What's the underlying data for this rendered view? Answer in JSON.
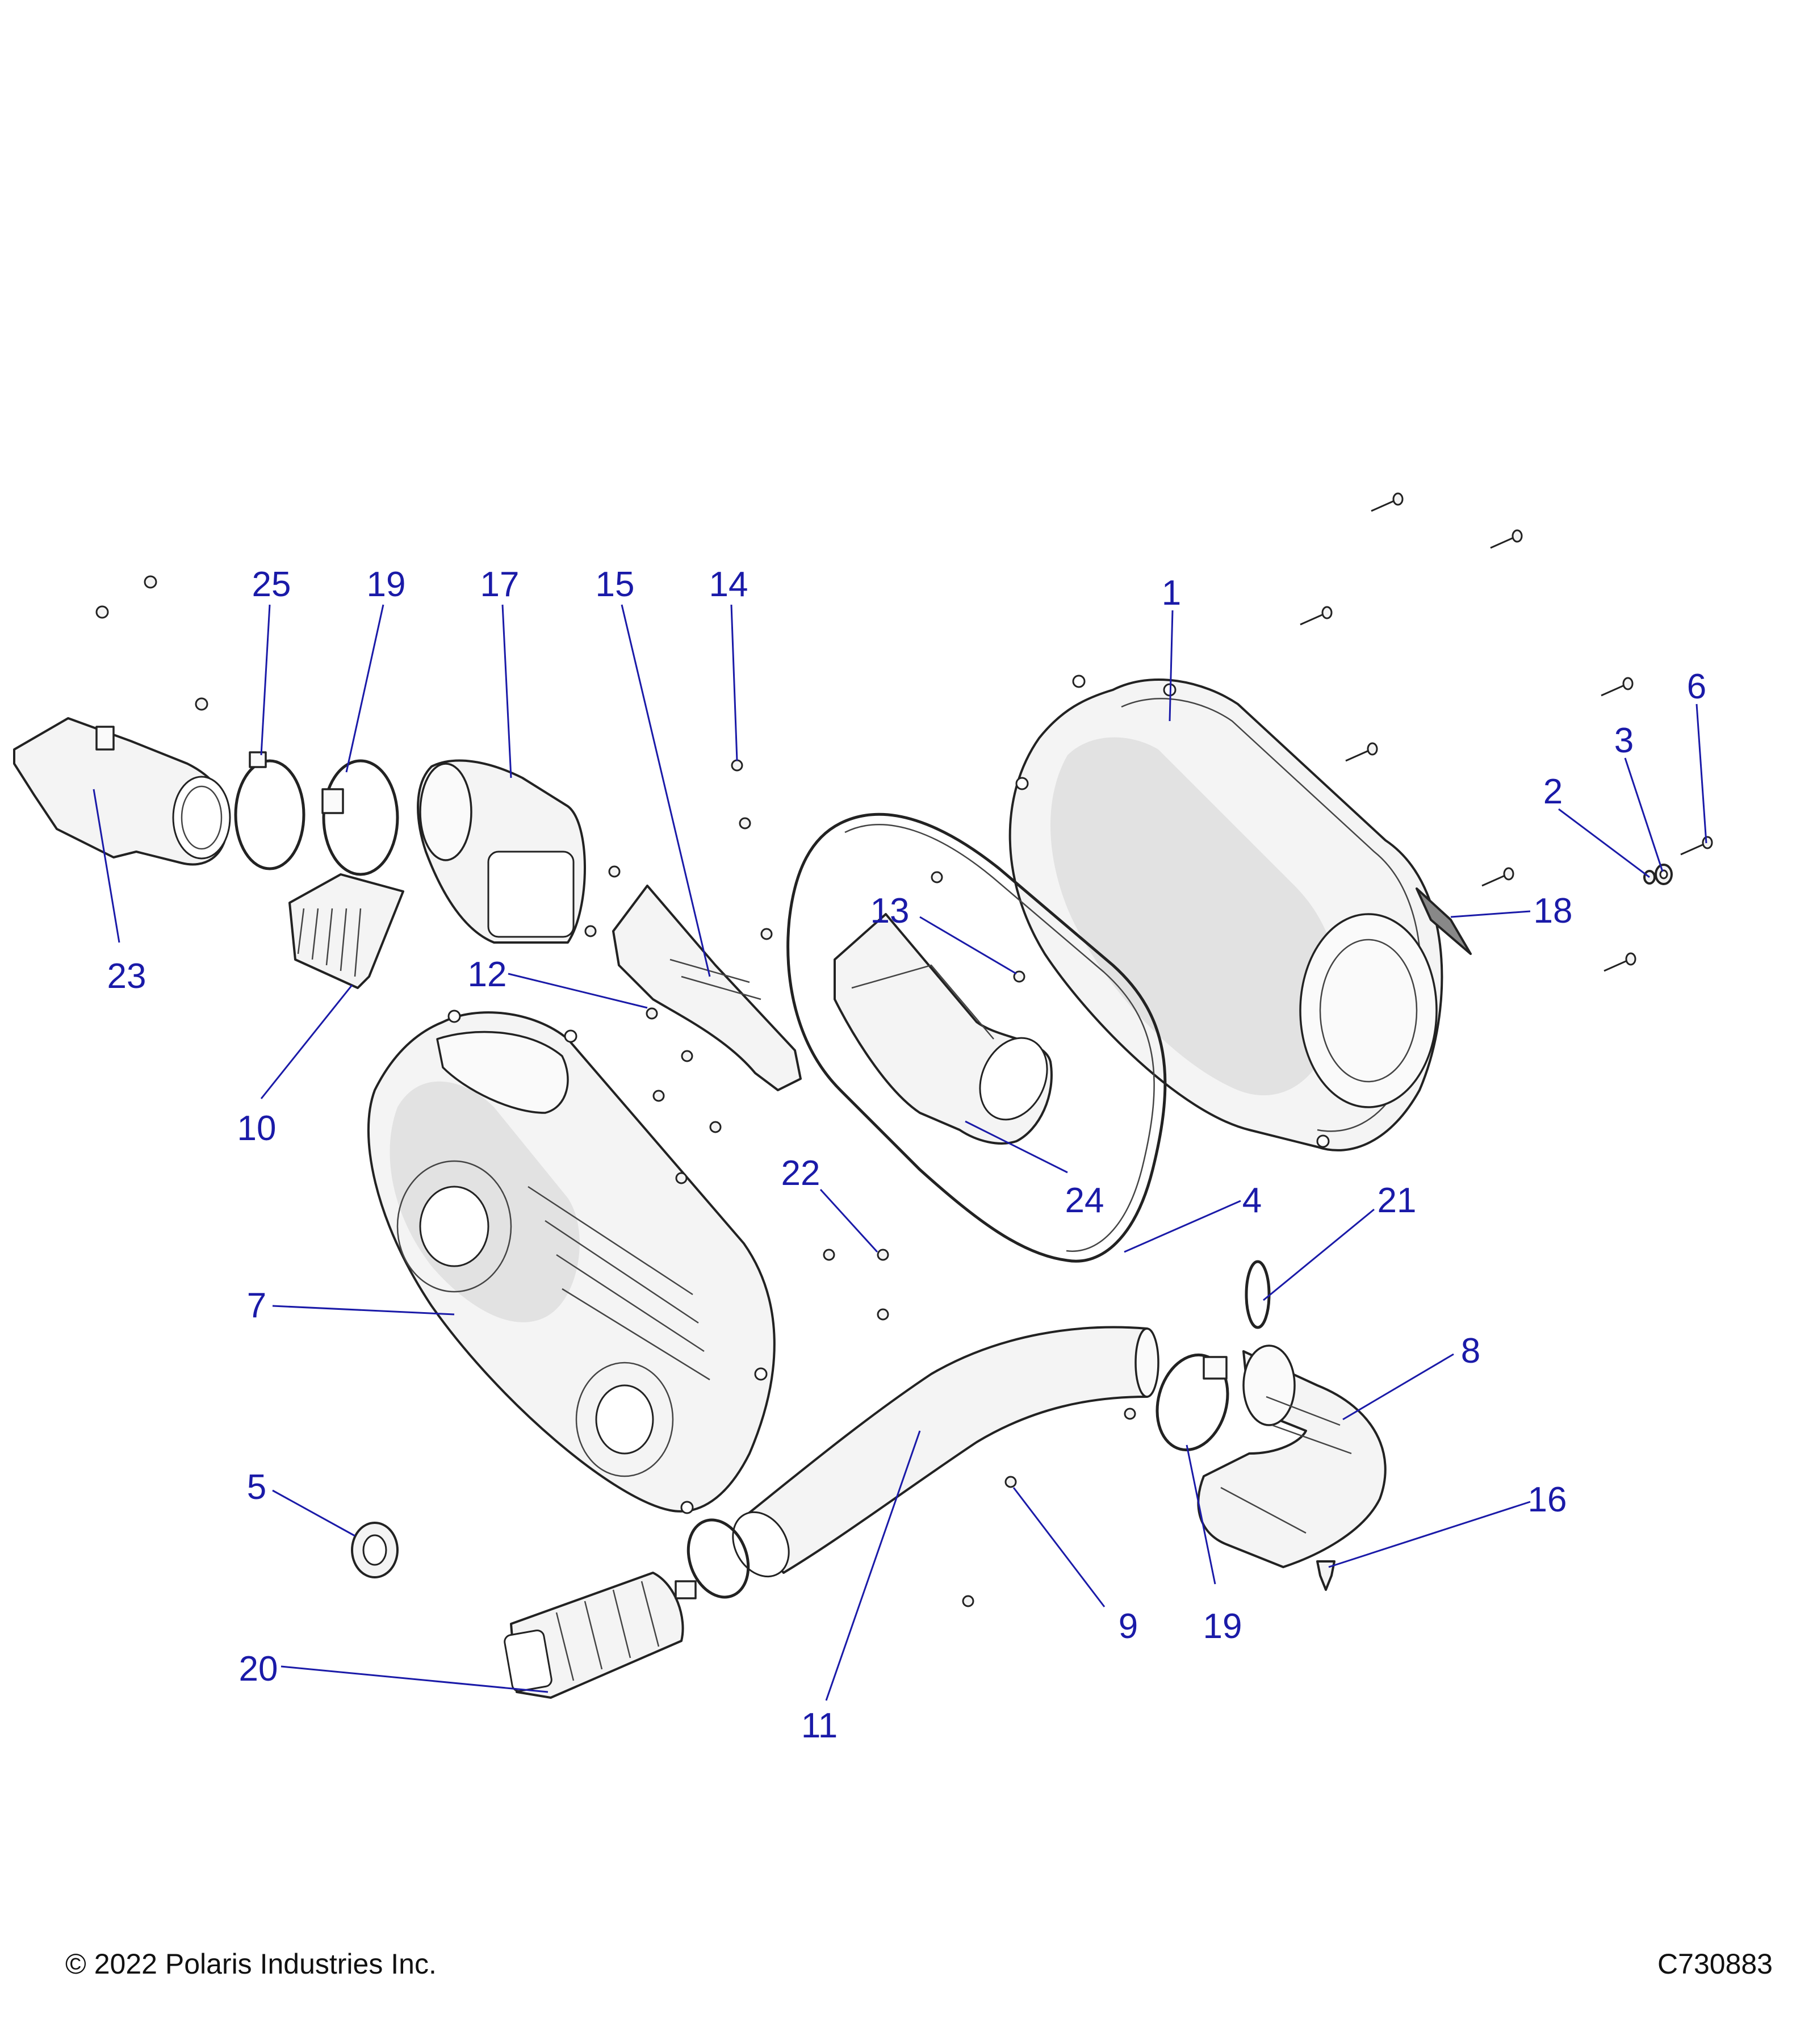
{
  "callouts": {
    "c1": "1",
    "c2": "2",
    "c3": "3",
    "c4": "4",
    "c5": "5",
    "c6": "6",
    "c7": "7",
    "c8": "8",
    "c9": "9",
    "c10": "10",
    "c11": "11",
    "c12": "12",
    "c13": "13",
    "c14": "14",
    "c15": "15",
    "c16": "16",
    "c17": "17",
    "c18": "18",
    "c19a": "19",
    "c19b": "19",
    "c20": "20",
    "c21": "21",
    "c22": "22",
    "c23": "23",
    "c24": "24",
    "c25": "25"
  },
  "colors": {
    "callout": "#1a1aa8",
    "line": "#222222",
    "part_fill": "#f4f4f4"
  },
  "footer": {
    "copyright": "© 2022 Polaris Industries Inc.",
    "drawing_number": "C730883"
  }
}
